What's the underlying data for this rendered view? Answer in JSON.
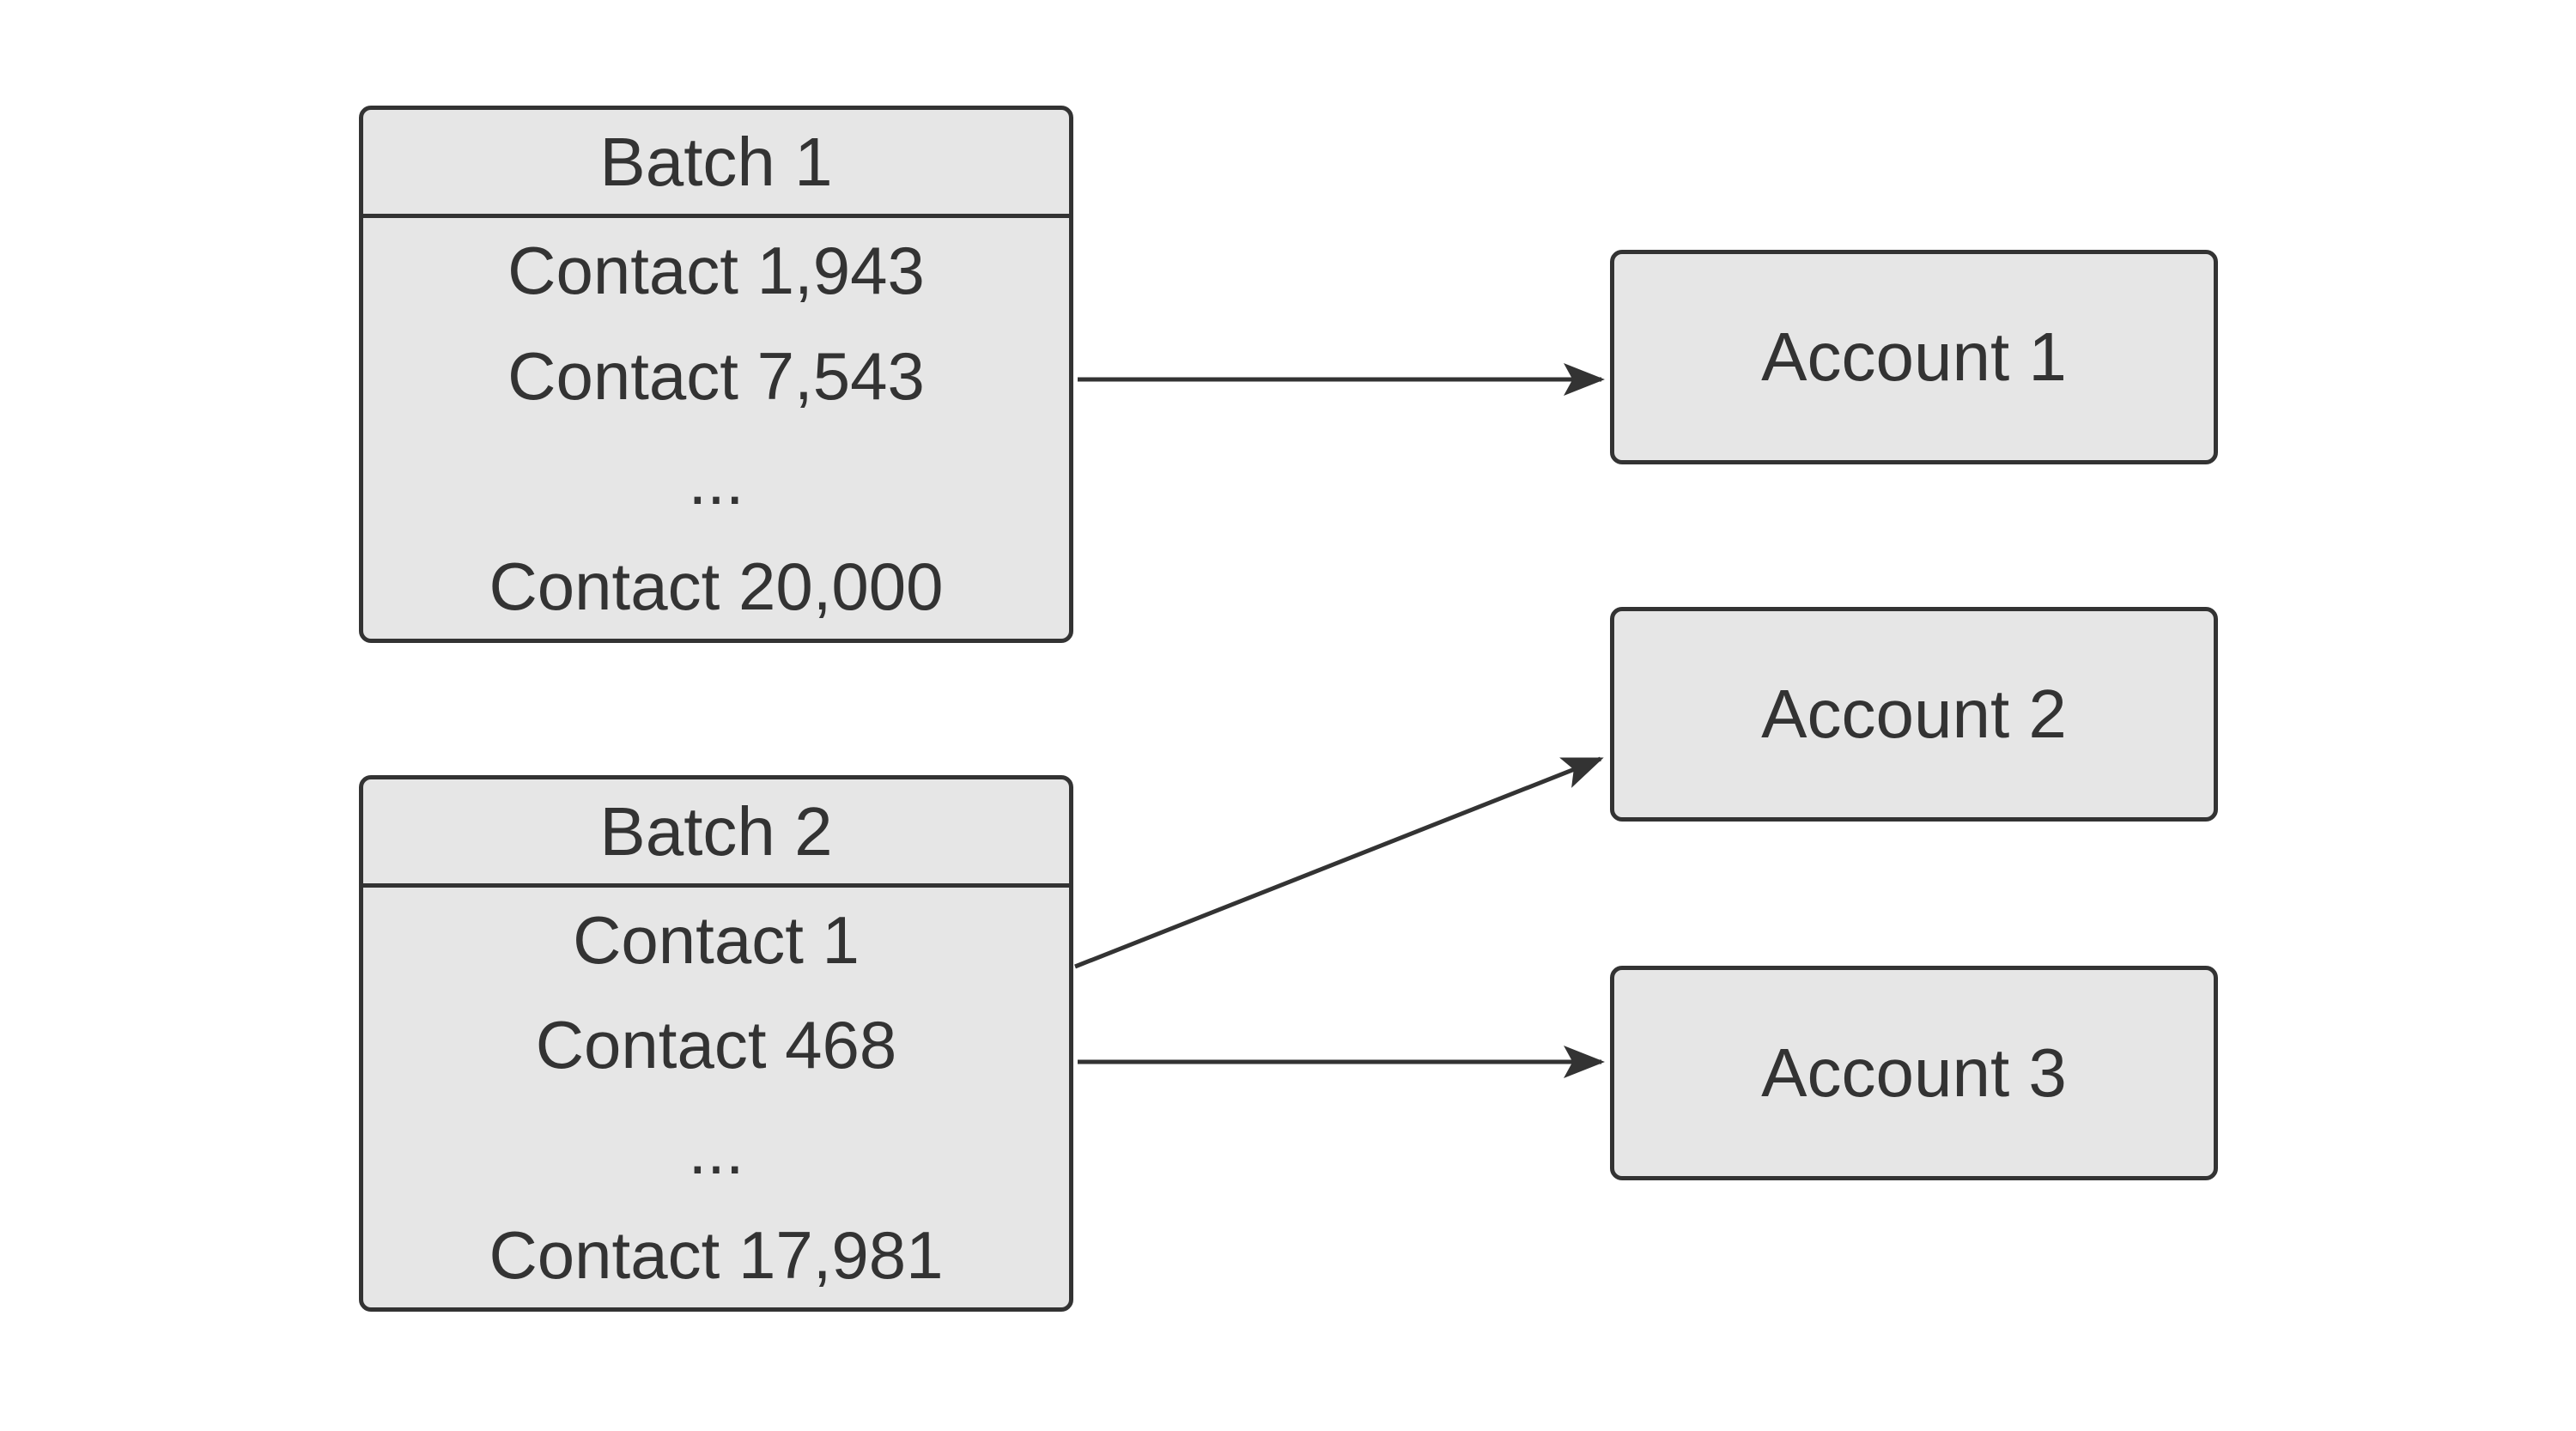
{
  "diagram": {
    "colors": {
      "background": "#ffffff",
      "box_fill": "#e6e6e6",
      "box_border": "#333333",
      "text": "#333333",
      "arrow": "#333333"
    },
    "batches": [
      {
        "title": "Batch 1",
        "items": [
          "Contact 1,943",
          "Contact 7,543",
          "...",
          "Contact 20,000"
        ]
      },
      {
        "title": "Batch 2",
        "items": [
          "Contact 1",
          "Contact 468",
          "...",
          "Contact 17,981"
        ]
      }
    ],
    "accounts": [
      {
        "label": "Account 1"
      },
      {
        "label": "Account 2"
      },
      {
        "label": "Account 3"
      }
    ],
    "connections": [
      {
        "from": "Batch 1",
        "to": "Account 1"
      },
      {
        "from": "Batch 2",
        "to": "Account 2"
      },
      {
        "from": "Batch 2",
        "to": "Account 3"
      }
    ]
  }
}
